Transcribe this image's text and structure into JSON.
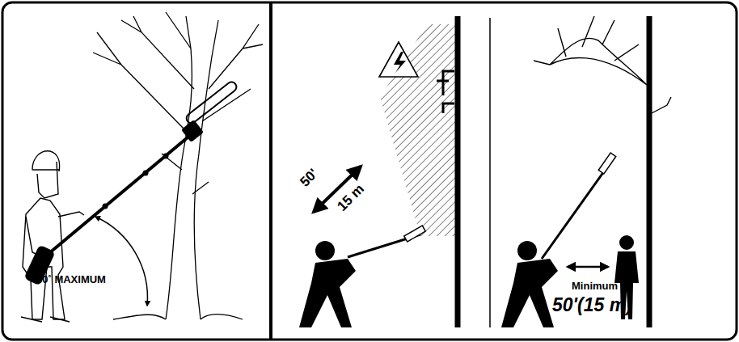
{
  "diagram": {
    "labels": [
      "60˚ MAXIMUM",
      "50'",
      "15 m",
      "Minimum",
      "50'(15 m)"
    ]
  }
}
